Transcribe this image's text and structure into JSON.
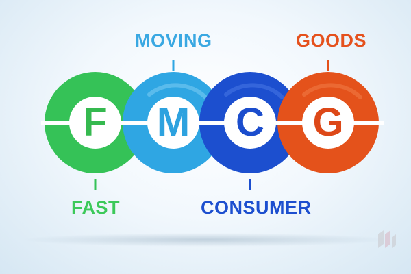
{
  "letters": {
    "f": "F",
    "m": "M",
    "c": "C",
    "g": "G"
  },
  "words": {
    "fast": "FAST",
    "moving": "MOVING",
    "consumer": "CONSUMER",
    "goods": "GOODS"
  },
  "colors": {
    "green": "#3cc95a",
    "light_blue": "#3aa8e2",
    "dark_blue": "#1d4fcf",
    "orange": "#e5511d"
  }
}
